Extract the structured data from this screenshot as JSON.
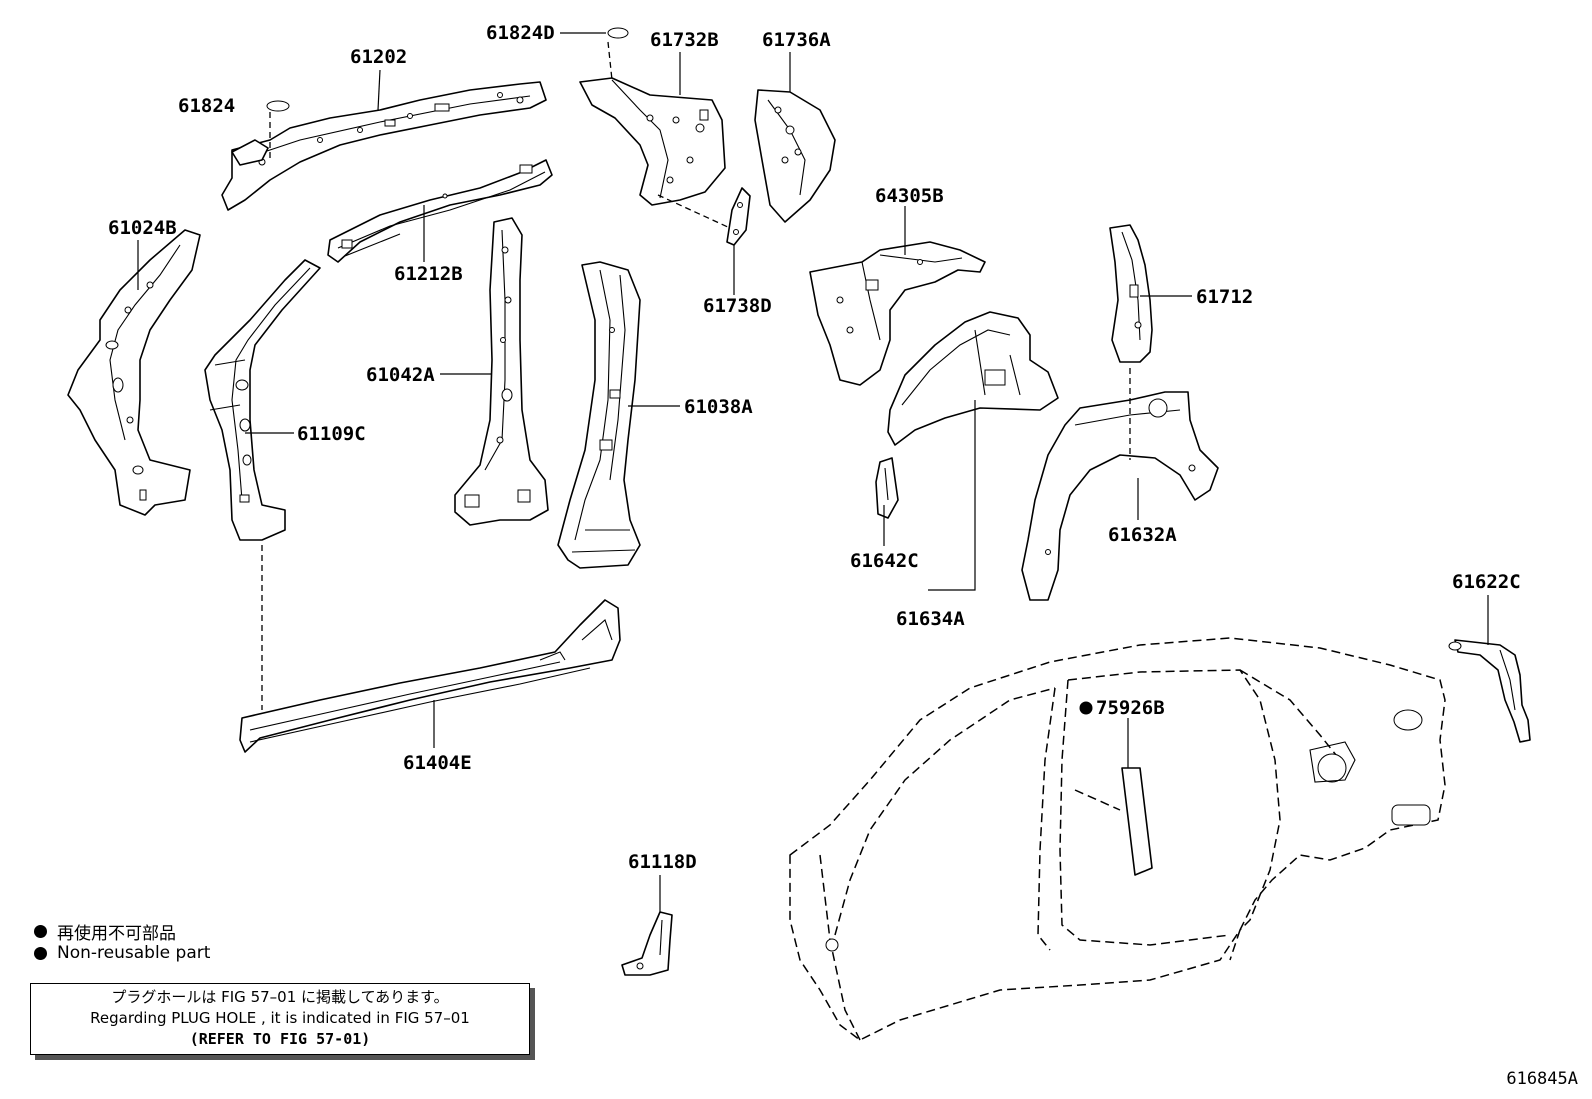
{
  "parts": [
    {
      "id": "61824D",
      "label": "61824D"
    },
    {
      "id": "61732B",
      "label": "61732B"
    },
    {
      "id": "61736A",
      "label": "61736A"
    },
    {
      "id": "61202",
      "label": "61202"
    },
    {
      "id": "61824",
      "label": "61824"
    },
    {
      "id": "61024B",
      "label": "61024B"
    },
    {
      "id": "61212B",
      "label": "61212B"
    },
    {
      "id": "61738D",
      "label": "61738D"
    },
    {
      "id": "64305B",
      "label": "64305B"
    },
    {
      "id": "61712",
      "label": "61712"
    },
    {
      "id": "61042A",
      "label": "61042A"
    },
    {
      "id": "61038A",
      "label": "61038A"
    },
    {
      "id": "61109C",
      "label": "61109C"
    },
    {
      "id": "61632A",
      "label": "61632A"
    },
    {
      "id": "61642C",
      "label": "61642C"
    },
    {
      "id": "61634A",
      "label": "61634A"
    },
    {
      "id": "61622C",
      "label": "61622C"
    },
    {
      "id": "75926B",
      "label": "75926B"
    },
    {
      "id": "61404E",
      "label": "61404E"
    },
    {
      "id": "61118D",
      "label": "61118D"
    }
  ],
  "legend": {
    "line_ja": "再使用不可部品",
    "line_en": "Non-reusable part"
  },
  "note": {
    "line_ja": "プラグホールは FIG 57–01 に掲載してあります。",
    "line_en": "Regarding  PLUG  HOLE , it is indicated in  FIG  57–01",
    "line_ref": "(REFER TO FIG 57-01)"
  },
  "figure_code": "616845A"
}
